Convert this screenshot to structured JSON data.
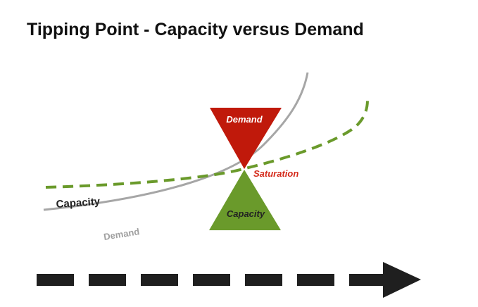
{
  "title": "Tipping Point - Capacity versus Demand",
  "labels": {
    "capacity_curve": "Capacity",
    "demand_curve": "Demand",
    "saturation": "Saturation",
    "demand_triangle": "Demand",
    "capacity_triangle": "Capacity"
  },
  "colors": {
    "demand": "#c0190b",
    "capacity": "#6a9a2b",
    "dashed_curve": "#6a9a2b",
    "grey_curve": "#a6a6a6",
    "saturation_text": "#d42a1a",
    "arrow": "#1f1f1f",
    "title": "#111111"
  }
}
